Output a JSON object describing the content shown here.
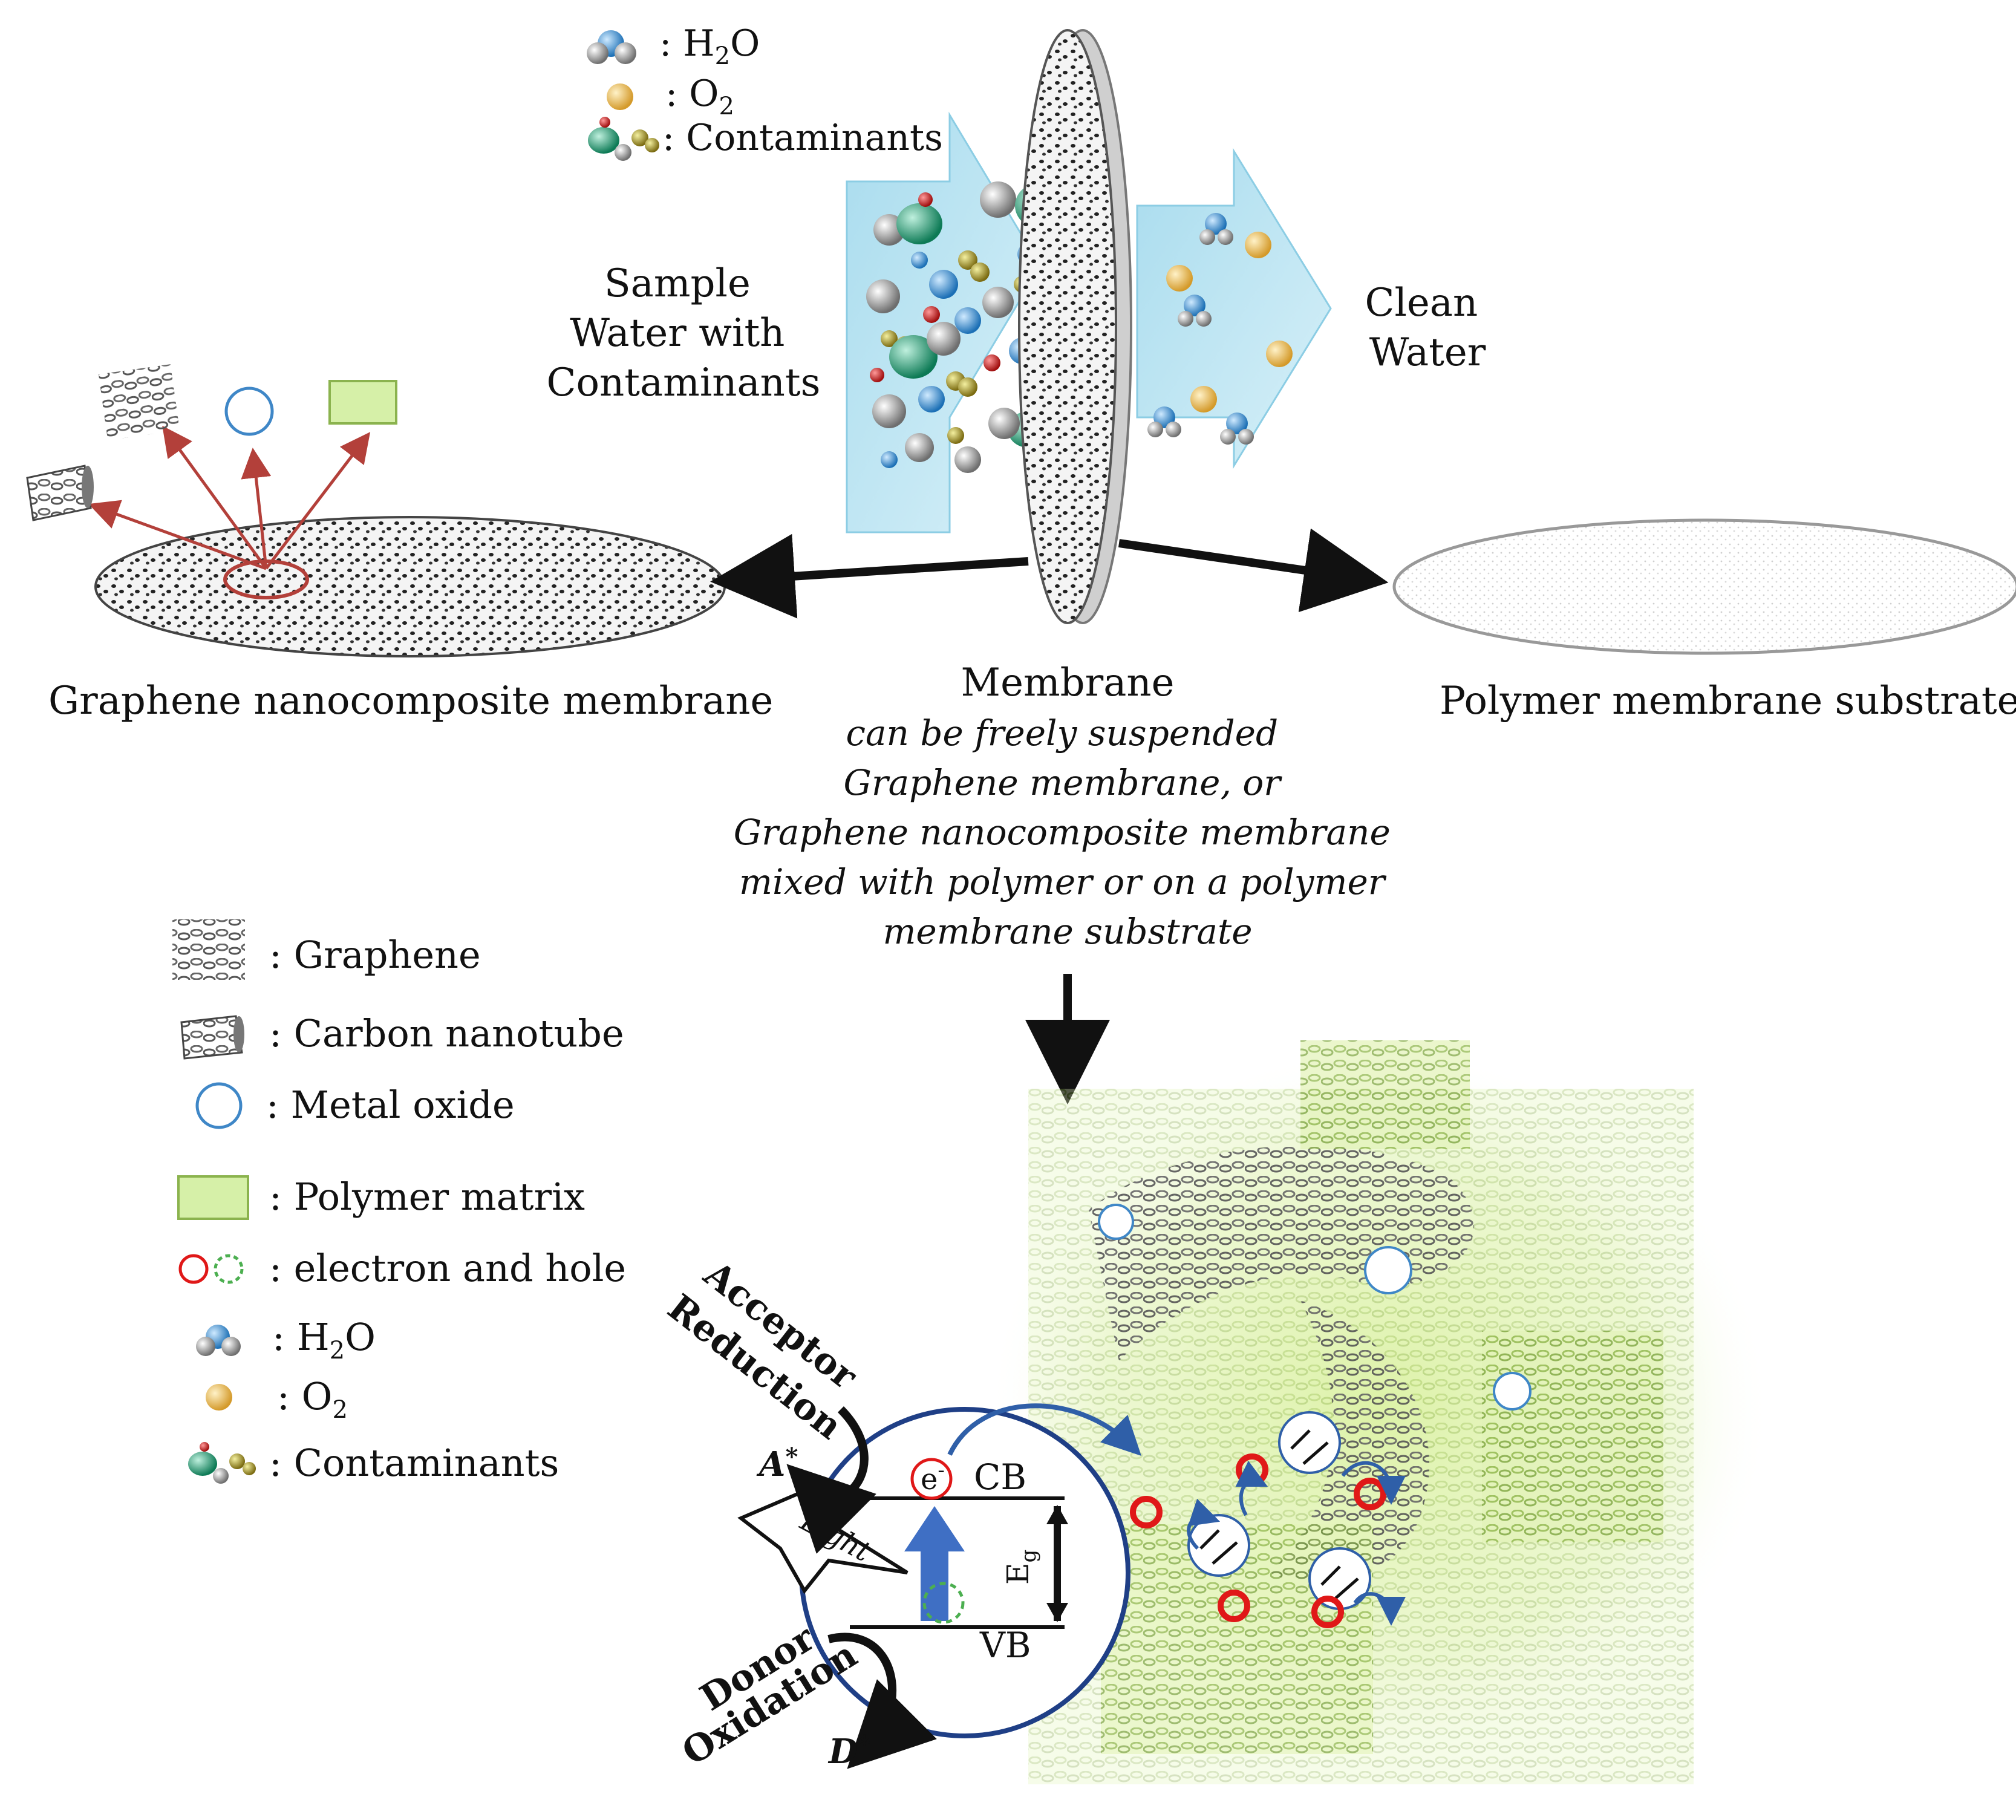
{
  "top_legend": {
    "h2o_prefix": ": H",
    "h2o_sub": "2",
    "h2o_suffix": "O",
    "o2_prefix": ": O",
    "o2_sub": "2",
    "contaminants": ": Contaminants"
  },
  "sample_water": [
    "Sample",
    "Water with",
    "Contaminants"
  ],
  "clean_water": [
    "Clean",
    "Water"
  ],
  "graphene_membrane_label": "Graphene nanocomposite membrane",
  "polymer_substrate_label": "Polymer membrane substrate",
  "membrane_title": "Membrane",
  "membrane_desc": [
    "can be freely suspended",
    "Graphene membrane, or",
    "Graphene nanocomposite membrane",
    "mixed with polymer or on a polymer",
    "membrane substrate"
  ],
  "legend": {
    "graphene": ": Graphene",
    "cnt": ": Carbon nanotube",
    "metal_oxide": ": Metal oxide",
    "polymer": ": Polymer matrix",
    "electron_hole": ": electron and hole",
    "h2o_prefix": ": H",
    "h2o_sub": "2",
    "h2o_suffix": "O",
    "o2_prefix": ": O",
    "o2_sub": "2",
    "contaminants": ": Contaminants"
  },
  "photo": {
    "acceptor": "Acceptor",
    "reduction": "Reduction",
    "a_star": "A",
    "a_star_sup": "*",
    "donor": "Donor",
    "oxidation": "Oxidation",
    "d_star": "D",
    "d_star_sup": "*",
    "light": "Light",
    "electron": "e",
    "electron_sup": "-",
    "cb": "CB",
    "vb": "VB",
    "eg": "E",
    "eg_sub": "g"
  },
  "colors": {
    "water_blue": "#bfe6f2",
    "polymer_green": "#d6f0a8",
    "graphene_green": "#b8dc6a",
    "electron_red": "#e01818",
    "hole_green": "#4caf50",
    "process_blue": "#2f5fa8",
    "pointer_red": "#b3403a"
  }
}
